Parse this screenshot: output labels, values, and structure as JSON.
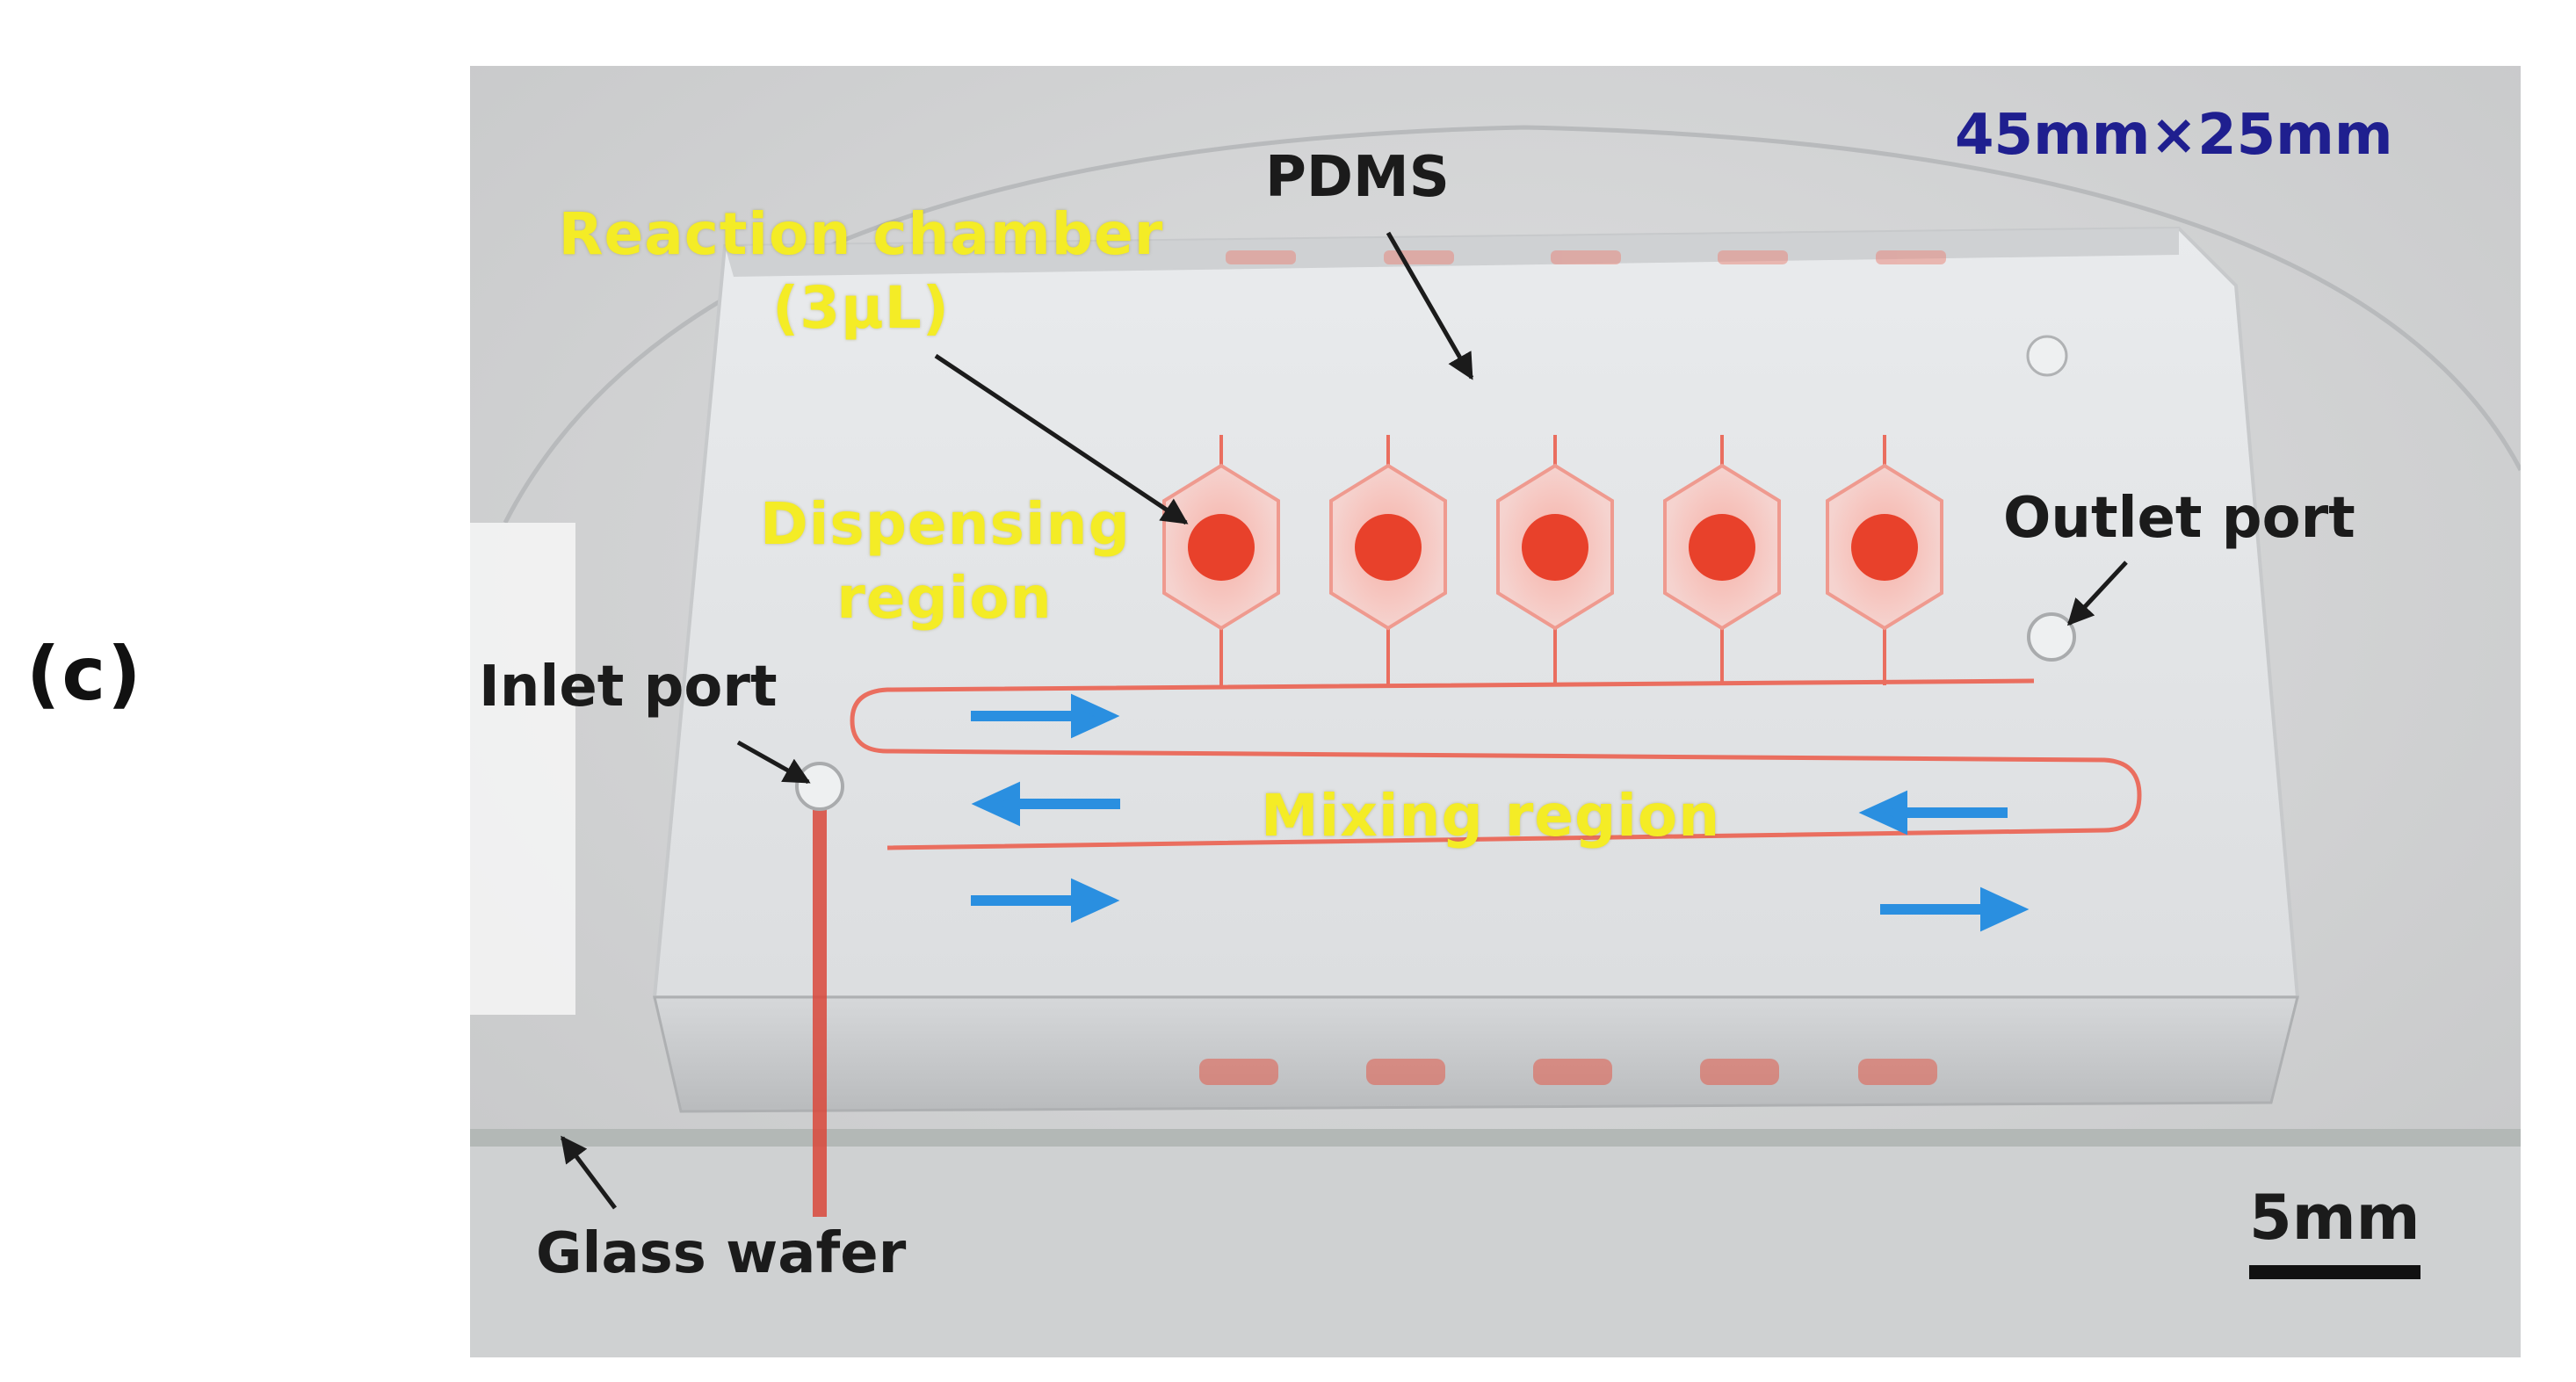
{
  "panel_label": "(c)",
  "annotations": {
    "dimensions": "45mm×25mm",
    "pdms": "PDMS",
    "reaction_chamber_line1": "Reaction chamber",
    "reaction_chamber_line2": "(3μL)",
    "dispensing_line1": "Dispensing",
    "dispensing_line2": "region",
    "outlet_port": "Outlet port",
    "inlet_port": "Inlet port",
    "mixing_region": "Mixing region",
    "glass_wafer": "Glass wafer",
    "scale_bar": "5mm"
  },
  "colors": {
    "label_yellow": "#f4ec26",
    "dimension_navy": "#1f1f8f",
    "chamber_red": "#e8412b",
    "flow_arrow_blue": "#2a8fe0"
  },
  "reaction_chamber_count": 5
}
